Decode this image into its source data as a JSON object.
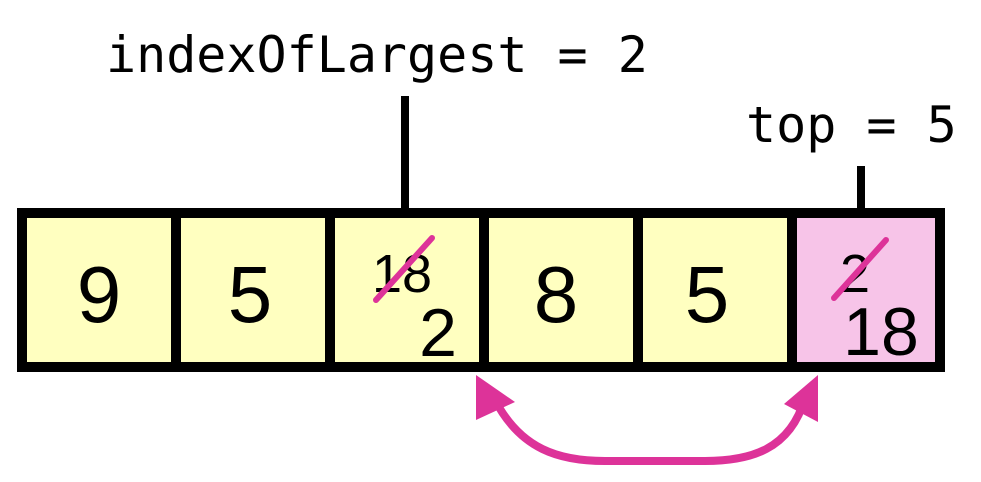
{
  "labels": {
    "index_of_largest": "indexOfLargest = 2",
    "top": "top = 5"
  },
  "cells": [
    {
      "value": "9",
      "state": "normal"
    },
    {
      "value": "5",
      "state": "normal"
    },
    {
      "old": "18",
      "new": "2",
      "state": "changed"
    },
    {
      "value": "8",
      "state": "normal"
    },
    {
      "value": "5",
      "state": "normal"
    },
    {
      "old": "2",
      "new": "18",
      "state": "top"
    }
  ],
  "colors": {
    "cell_fill": "#ffffc0",
    "top_fill": "#f7c4e8",
    "border": "#000000",
    "accent": "#dd3399"
  }
}
